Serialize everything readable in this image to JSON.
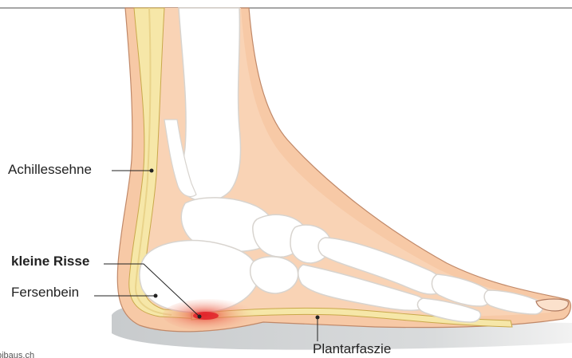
{
  "labels": {
    "achilles": "Achillessehne",
    "tears": "kleine Risse",
    "heel_bone": "Fersenbein",
    "plantar_fascia": "Plantarfaszie"
  },
  "source_credit": "pibaus.ch",
  "colors": {
    "skin": "#f7c9a6",
    "skin_light": "#fbe1cc",
    "bone": "#ffffff",
    "bone_outline": "#d8d4cf",
    "tendon": "#f6e7a8",
    "tendon_outline": "#c9a84a",
    "inflammation": "#e2232a",
    "ground_shadow": "#cfd2d4",
    "line": "#222222",
    "outline": "#b07a60"
  }
}
